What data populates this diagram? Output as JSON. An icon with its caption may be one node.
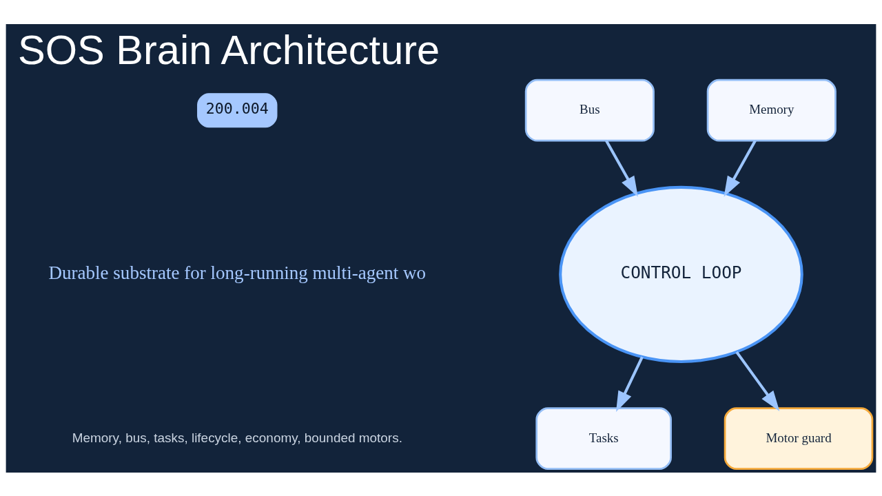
{
  "diagram": {
    "title": "SOS Brain Architecture",
    "nodes": [
      {
        "text": [
          "200.004"
        ]
      },
      {
        "text": [
          "Bus"
        ]
      },
      {
        "text": [
          "Memory"
        ]
      },
      {
        "text": [
          "CONTROL LOOP"
        ]
      },
      {
        "text": [
          "Tasks"
        ]
      },
      {
        "text": [
          "Motor guard"
        ]
      }
    ],
    "edges": [
      {
        "from": 1,
        "to": 3,
        "arrow": "to"
      },
      {
        "from": 2,
        "to": 3,
        "arrow": "to"
      },
      {
        "from": 3,
        "to": 4,
        "arrow": "to"
      },
      {
        "from": 3,
        "to": 5,
        "arrow": "to"
      }
    ],
    "labels": [
      "Durable substrate for long-running multi-agent wo",
      "Memory, bus, tasks, lifecycle, economy, bounded motors."
    ]
  }
}
